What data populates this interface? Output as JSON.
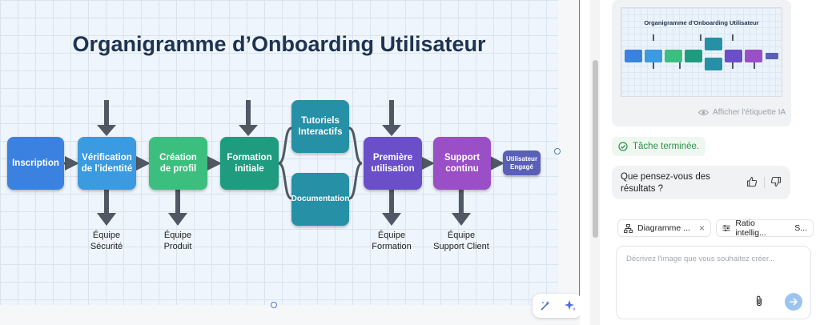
{
  "diagram": {
    "title": "Organigramme d’Onboarding Utilisateur",
    "steps": [
      {
        "label": "Inscription",
        "color": "#3b82e0"
      },
      {
        "label": "Vérification\nde l'identité",
        "color": "#3b9ae0"
      },
      {
        "label": "Création\nde profil",
        "color": "#3cbf7e"
      },
      {
        "label": "Formation\ninitiale",
        "color": "#1f9c80"
      },
      {
        "label": "Tutoriels\nInteractifs",
        "color": "#2590a6"
      },
      {
        "label": "Documentation",
        "color": "#2590a6"
      },
      {
        "label": "Première\nutilisation",
        "color": "#6a4fc8"
      },
      {
        "label": "Support\ncontinu",
        "color": "#9b4fc6"
      },
      {
        "label": "Utilisateur\nEngagé",
        "color": "#5a5fb8"
      }
    ],
    "teams": [
      "Équipe\nSécurité",
      "Équipe\nProduit",
      "Équipe\nFormation",
      "Équipe\nSupport Client"
    ]
  },
  "preview": {
    "thumbnail_title": "Organigramme d’Onboarding Utilisateur",
    "show_ai_label": "Afficher l'étiquette IA"
  },
  "status": {
    "task_done": "Tâche terminée.",
    "success_color": "#2f8f4a"
  },
  "feedback": {
    "question": "Que pensez-vous des résultats ?"
  },
  "chips": {
    "diagram": "Diagramme ...",
    "ratio": "Ratio intellig...",
    "ratio_extra": "S..."
  },
  "input": {
    "placeholder": "Décrivez l'image que vous souhaitez créer..."
  },
  "colors": {
    "accent": "#4a78c8",
    "send_button": "#9cc4f0"
  }
}
